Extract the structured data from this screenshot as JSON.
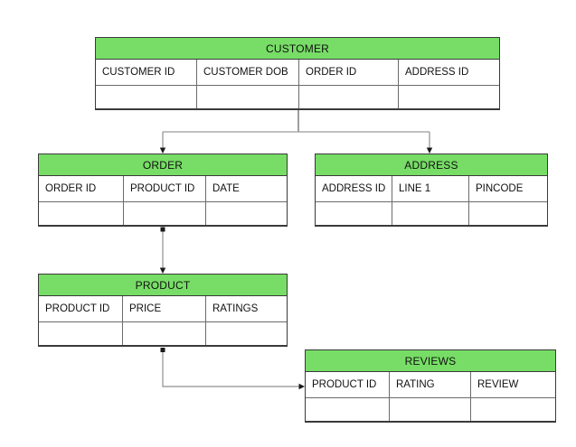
{
  "diagram": {
    "background_color": "#ffffff",
    "header_fill_color": "#77dd66",
    "border_color": "#3a3a3a",
    "connector_color": "#8f8f8f",
    "tables": [
      {
        "id": "customer",
        "title": "CUSTOMER",
        "columns": [
          "CUSTOMER ID",
          "CUSTOMER DOB",
          "ORDER ID",
          "ADDRESS ID"
        ]
      },
      {
        "id": "order",
        "title": "ORDER",
        "columns": [
          "ORDER ID",
          "PRODUCT ID",
          "DATE"
        ]
      },
      {
        "id": "address",
        "title": "ADDRESS",
        "columns": [
          "ADDRESS ID",
          "LINE 1",
          "PINCODE"
        ]
      },
      {
        "id": "product",
        "title": "PRODUCT",
        "columns": [
          "PRODUCT ID",
          "PRICE",
          "RATINGS"
        ]
      },
      {
        "id": "reviews",
        "title": "REVIEWS",
        "columns": [
          "PRODUCT ID",
          "RATING",
          "REVIEW"
        ]
      }
    ],
    "relationships": [
      {
        "from": "CUSTOMER",
        "to": "ORDER"
      },
      {
        "from": "CUSTOMER",
        "to": "ADDRESS"
      },
      {
        "from": "ORDER",
        "to": "PRODUCT"
      },
      {
        "from": "PRODUCT",
        "to": "REVIEWS"
      }
    ]
  }
}
